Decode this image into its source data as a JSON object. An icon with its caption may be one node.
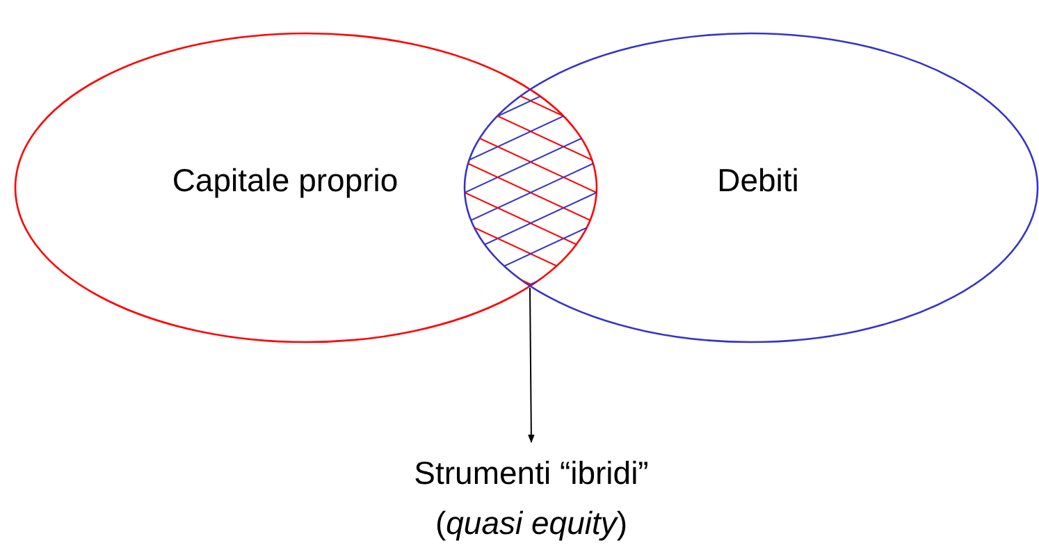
{
  "diagram": {
    "nodes": [
      {
        "text": [
          "Capitale proprio"
        ]
      },
      {
        "text": [
          "Debiti"
        ]
      },
      {
        "text": [],
        "shape": "lens"
      },
      {
        "text": [
          "Strumenti “ibridi” (*quasi equity*)"
        ]
      }
    ],
    "edges": [
      {
        "from": 2,
        "to": 3,
        "arrow": "to"
      }
    ]
  }
}
